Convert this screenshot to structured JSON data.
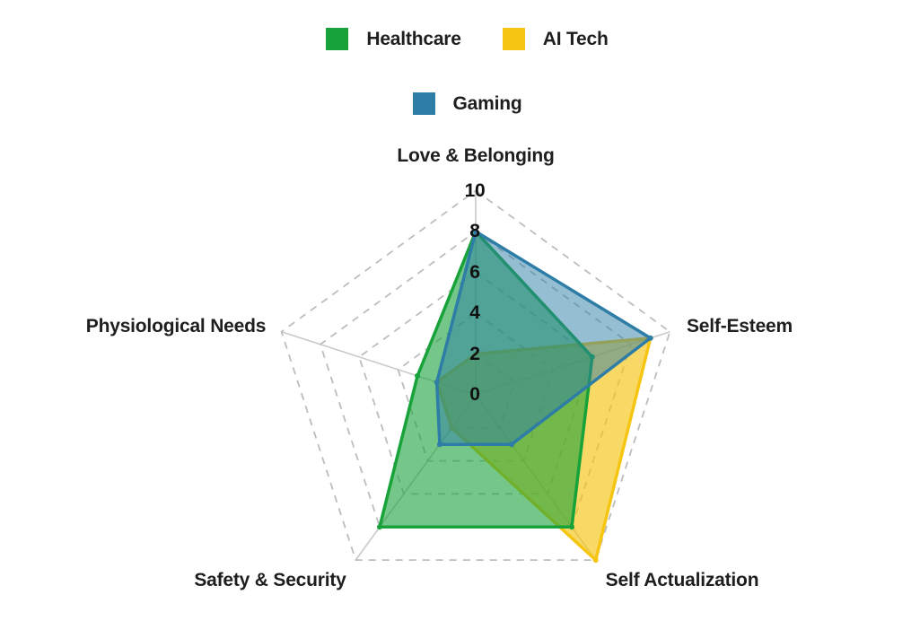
{
  "chart_data": {
    "type": "radar",
    "categories": [
      "Love & Belonging",
      "Self-Esteem",
      "Self Actualization",
      "Safety & Security",
      "Physiological Needs"
    ],
    "ticks": [
      0,
      2,
      4,
      6,
      8,
      10
    ],
    "scale": {
      "min": 0,
      "max": 10,
      "ring_step": 2
    },
    "series": [
      {
        "name": "Healthcare",
        "color": "#17A23A",
        "fill_opacity": 0.6,
        "values": [
          8,
          6,
          8,
          8,
          3
        ]
      },
      {
        "name": "AI Tech",
        "color": "#F6C512",
        "fill_opacity": 0.65,
        "values": [
          2,
          9,
          10,
          2,
          2
        ]
      },
      {
        "name": "Gaming",
        "color": "#2E7DA6",
        "fill_opacity": 0.5,
        "values": [
          8,
          9,
          3,
          3,
          2
        ]
      }
    ],
    "draw_order": [
      "AI Tech",
      "Healthcare",
      "Gaming"
    ],
    "legend_position": "top",
    "grid": {
      "ring_style": "dashed",
      "ring_color": "#BDBDBD",
      "spoke_color": "#C9C9C9",
      "rings_at": [
        2,
        4,
        6,
        8,
        10
      ]
    }
  }
}
